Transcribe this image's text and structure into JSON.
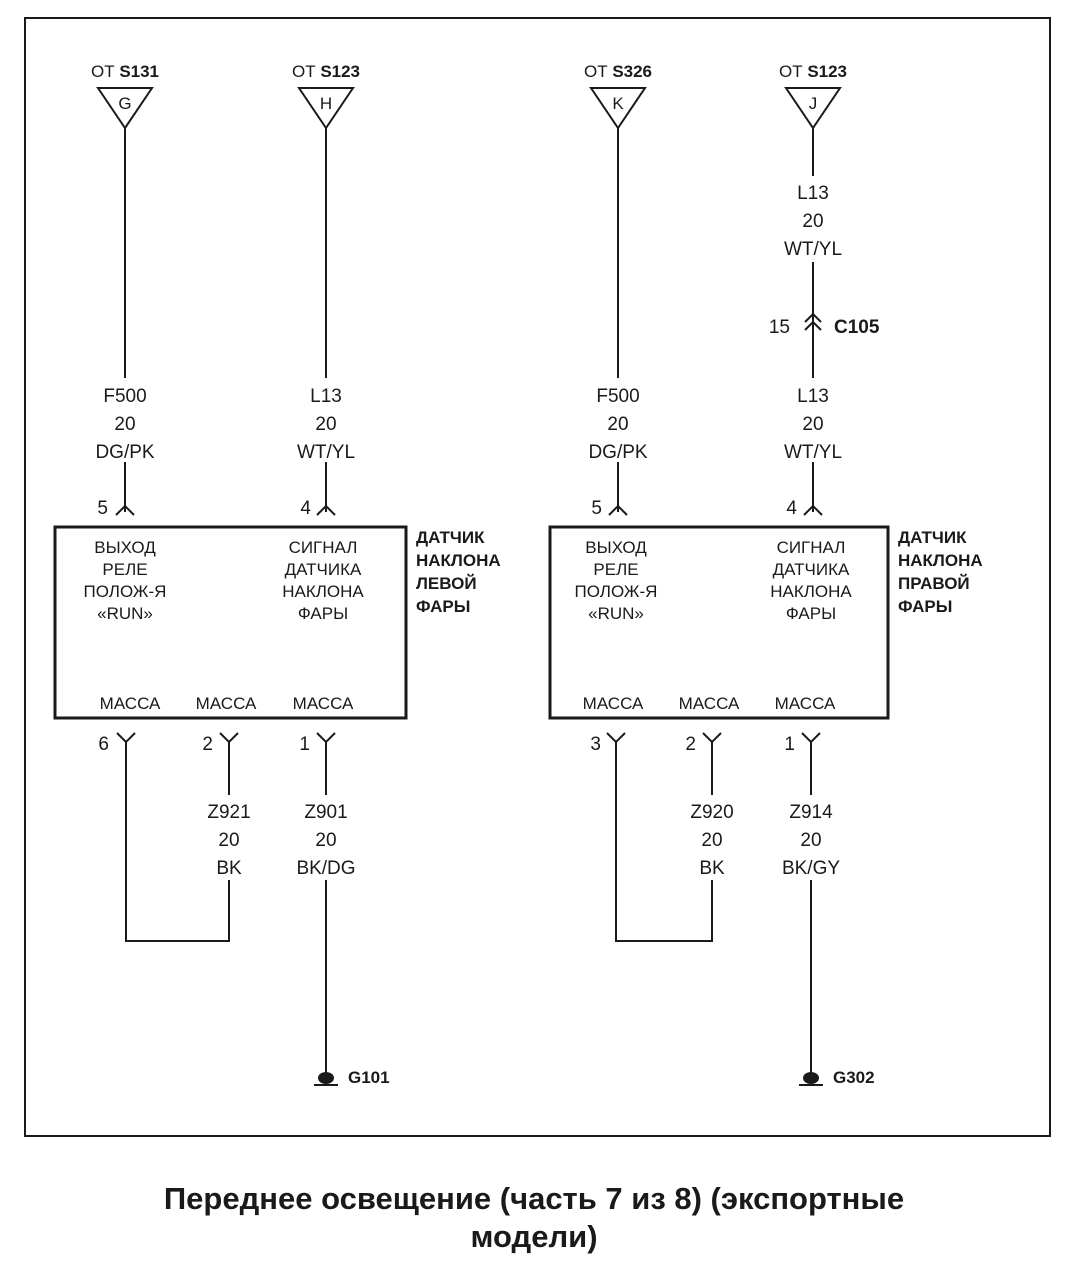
{
  "sources": [
    {
      "prefix": "ОТ",
      "splice": "S131",
      "letter": "G"
    },
    {
      "prefix": "ОТ",
      "splice": "S123",
      "letter": "H"
    },
    {
      "prefix": "ОТ",
      "splice": "S326",
      "letter": "K"
    },
    {
      "prefix": "ОТ",
      "splice": "S123",
      "letter": "J"
    }
  ],
  "upper_wires": [
    {
      "circuit": "F500",
      "gauge": "20",
      "color": "DG/PK"
    },
    {
      "circuit": "L13",
      "gauge": "20",
      "color": "WT/YL"
    },
    {
      "circuit": "F500",
      "gauge": "20",
      "color": "DG/PK"
    },
    {
      "circuit": "L13",
      "gauge": "20",
      "color": "WT/YL"
    }
  ],
  "j_wire_above": {
    "circuit": "L13",
    "gauge": "20",
    "color": "WT/YL"
  },
  "connector_c105": {
    "name": "C105",
    "pin": "15"
  },
  "left_module": {
    "name": [
      "ДАТЧИК",
      "НАКЛОНА",
      "ЛЕВОЙ",
      "ФАРЫ"
    ],
    "in_pins": [
      "5",
      "4"
    ],
    "in_labels": [
      [
        "ВЫХОД",
        "РЕЛЕ",
        "ПОЛОЖ-Я",
        "«RUN»"
      ],
      [
        "СИГНАЛ",
        "ДАТЧИКА",
        "НАКЛОНА",
        "ФАРЫ"
      ]
    ],
    "ground_labels": [
      "МАССА",
      "МАССА",
      "МАССА"
    ],
    "out_pins": [
      "6",
      "2",
      "1"
    ]
  },
  "right_module": {
    "name": [
      "ДАТЧИК",
      "НАКЛОНА",
      "ПРАВОЙ",
      "ФАРЫ"
    ],
    "in_pins": [
      "5",
      "4"
    ],
    "in_labels": [
      [
        "ВЫХОД",
        "РЕЛЕ",
        "ПОЛОЖ-Я",
        "«RUN»"
      ],
      [
        "СИГНАЛ",
        "ДАТЧИКА",
        "НАКЛОНА",
        "ФАРЫ"
      ]
    ],
    "ground_labels": [
      "МАССА",
      "МАССА",
      "МАССА"
    ],
    "out_pins": [
      "3",
      "2",
      "1"
    ]
  },
  "lower_wires": [
    {
      "circuit": "Z921",
      "gauge": "20",
      "color": "BK"
    },
    {
      "circuit": "Z901",
      "gauge": "20",
      "color": "BK/DG"
    },
    {
      "circuit": "Z920",
      "gauge": "20",
      "color": "BK"
    },
    {
      "circuit": "Z914",
      "gauge": "20",
      "color": "BK/GY"
    }
  ],
  "grounds": [
    "G101",
    "G302"
  ],
  "caption": [
    "Переднее освещение (часть 7 из 8) (экспортные",
    "модели)"
  ]
}
